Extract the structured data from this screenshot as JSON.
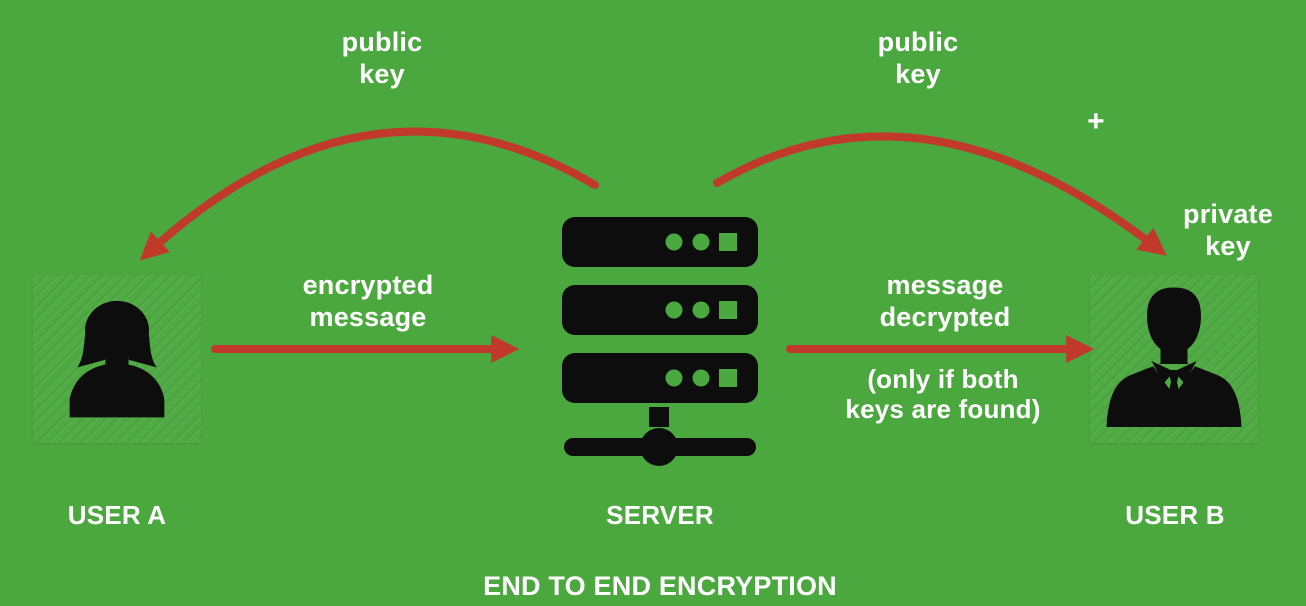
{
  "title": "END TO END ENCRYPTION",
  "colors": {
    "background": "#4BA83E",
    "panel_green": "#50AB44",
    "arrow_red": "#C0392B",
    "icon_black": "#0D0D0D",
    "text_white": "#FFFFFF"
  },
  "nodes": {
    "user_a": {
      "label": "USER A"
    },
    "server": {
      "label": "SERVER"
    },
    "user_b": {
      "label": "USER B"
    }
  },
  "annotations": {
    "public_key_left": "public\nkey",
    "public_key_right": "public\nkey",
    "plus_sign": "+",
    "private_key": "private\nkey",
    "encrypted_message": "encrypted\nmessage",
    "message_decrypted": "message\ndecrypted",
    "decryption_condition": "(only if both\nkeys are found)"
  }
}
